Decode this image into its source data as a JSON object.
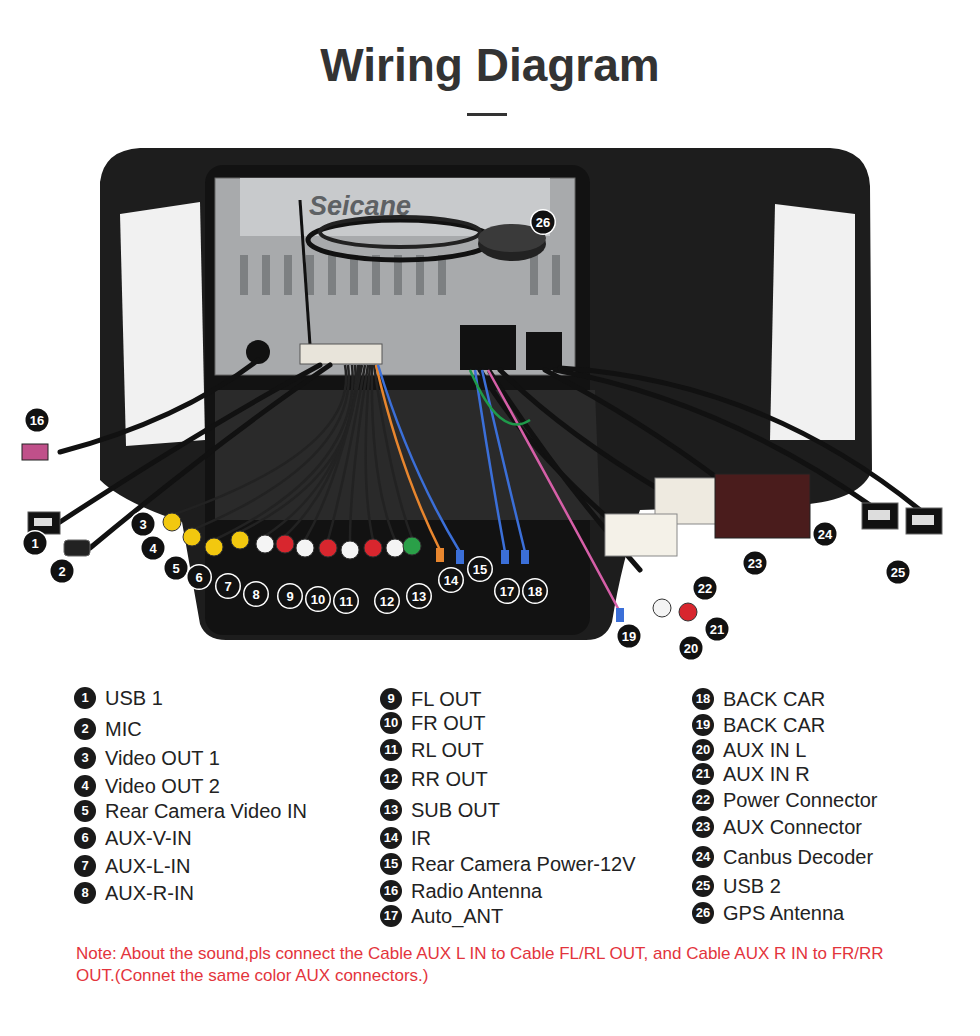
{
  "diagram": {
    "title": "Wiring Diagram",
    "labels": [
      "Seicane",
      "1",
      "2",
      "3",
      "4",
      "5",
      "6",
      "7",
      "8",
      "9",
      "10",
      "11",
      "12",
      "13",
      "14",
      "15",
      "16",
      "17",
      "18",
      "19",
      "20",
      "21",
      "22",
      "23",
      "24",
      "25",
      "26",
      "1",
      "USB 1",
      "2",
      "MIC",
      "3",
      "Video OUT 1",
      "4",
      "Video OUT 2",
      "5",
      "Rear Camera Video IN",
      "6",
      "AUX-V-IN",
      "7",
      "AUX-L-IN",
      "8",
      "AUX-R-IN",
      "9",
      "FL OUT",
      "10",
      "FR OUT",
      "11",
      "RL OUT",
      "12",
      "RR OUT",
      "13",
      "SUB OUT",
      "14",
      "IR",
      "15",
      "Rear Camera Power-12V",
      "16",
      "Radio Antenna",
      "17",
      "Auto_ANT",
      "18",
      "BACK CAR",
      "19",
      "BACK CAR",
      "20",
      "AUX IN L",
      "21",
      "AUX IN R",
      "22",
      "Power Connector",
      "23",
      "AUX Connector",
      "24",
      "Canbus Decoder",
      "25",
      "USB 2",
      "26",
      "GPS Antenna",
      "Note: About the sound,pls connect the Cable AUX L IN to Cable FL/RL OUT, and Cable AUX R IN to FR/RR OUT.(Connet the same color AUX connectors.)"
    ]
  }
}
